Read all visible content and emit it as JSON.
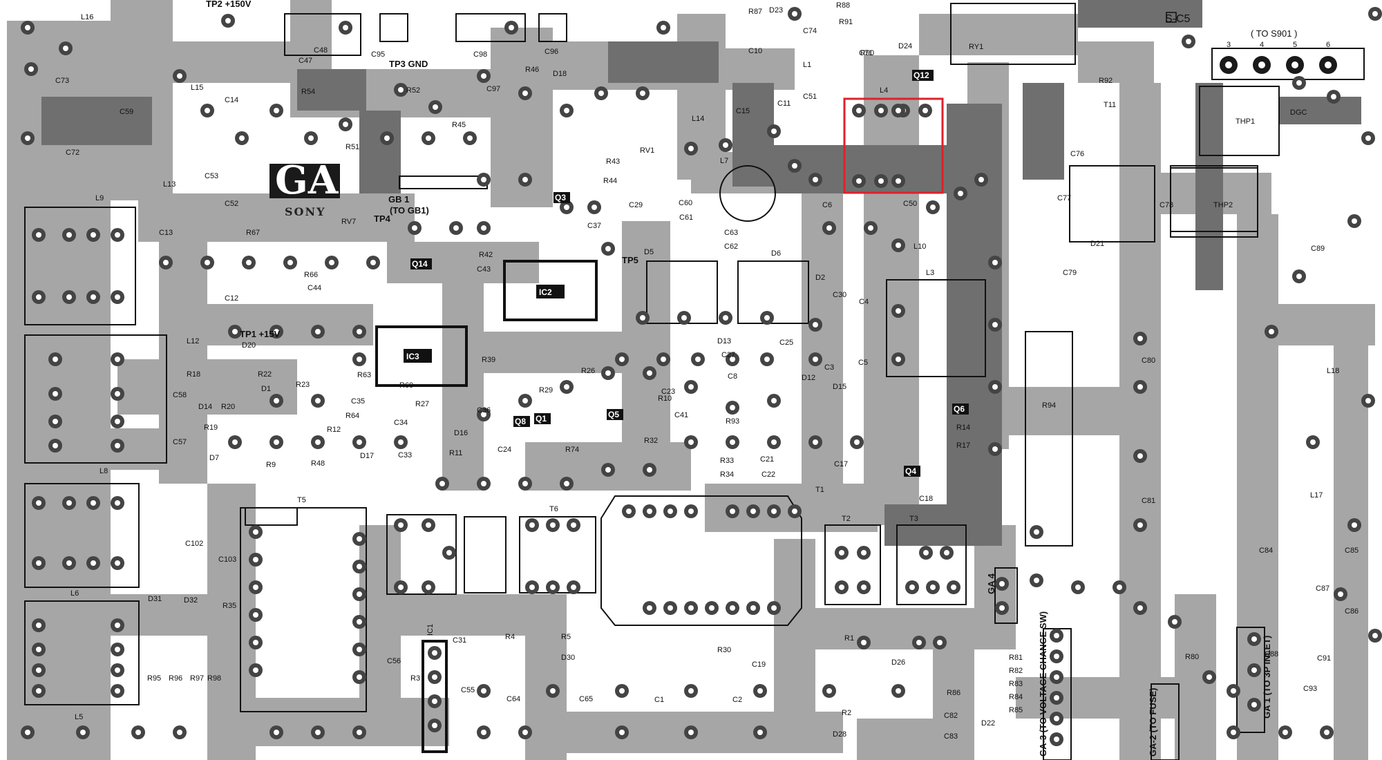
{
  "board": {
    "logo_text": "GA",
    "brand": "SONY",
    "badge": "S-C5",
    "connector_note": "( TO S901 )",
    "connector_pins": [
      "3",
      "4",
      "5",
      "6"
    ]
  },
  "highlight": {
    "color": "#e0202a"
  },
  "colors": {
    "trace": "#a6a6a6",
    "trace_dark": "#6f6f6f",
    "pad": "#ffffff",
    "ink": "#111111"
  },
  "connectors": [
    {
      "id": "c-tp2",
      "text": "TP2 +150V"
    },
    {
      "id": "c-tp3",
      "text": "TP3 GND"
    },
    {
      "id": "c-tp1",
      "text": "TP1 +15V"
    },
    {
      "id": "c-gb1",
      "text": "GB 1"
    },
    {
      "id": "c-togb1",
      "text": "(TO GB1)"
    },
    {
      "id": "c-tp4",
      "text": "TP4"
    },
    {
      "id": "c-tp5",
      "text": "TP5"
    },
    {
      "id": "c-ga4",
      "text": "GA 4"
    },
    {
      "id": "c-ga3",
      "text": "GA-3 (TO VOLTAGE CHANGE SW)"
    },
    {
      "id": "c-ga2",
      "text": "GA-2 (TO FUSE)"
    },
    {
      "id": "c-ga1",
      "text": "GA 1 (TO 3P INLET)"
    }
  ],
  "components": [
    {
      "id": "t-ic1",
      "text": "IC1"
    },
    {
      "id": "t-ic2",
      "text": "IC2"
    },
    {
      "id": "t-ic3",
      "text": "IC3"
    },
    {
      "id": "t-q1",
      "text": "Q1"
    },
    {
      "id": "t-q3",
      "text": "Q3"
    },
    {
      "id": "t-q4",
      "text": "Q4"
    },
    {
      "id": "t-q5",
      "text": "Q5"
    },
    {
      "id": "t-q6",
      "text": "Q6"
    },
    {
      "id": "t-q8",
      "text": "Q8"
    },
    {
      "id": "t-q12",
      "text": "Q12"
    },
    {
      "id": "t-q14",
      "text": "Q14"
    },
    {
      "id": "t-ry1",
      "text": "RY1"
    },
    {
      "id": "t-thp1",
      "text": "THP1"
    },
    {
      "id": "t-thp2",
      "text": "THP2"
    },
    {
      "id": "t-dgc",
      "text": "DGC"
    },
    {
      "id": "t-t1",
      "text": "T1"
    },
    {
      "id": "t-t2",
      "text": "T2"
    },
    {
      "id": "t-t3",
      "text": "T3"
    },
    {
      "id": "t-t5",
      "text": "T5"
    },
    {
      "id": "t-t6",
      "text": "T6"
    },
    {
      "id": "t-t11",
      "text": "T11"
    },
    {
      "id": "t-l1",
      "text": "L1"
    },
    {
      "id": "t-l3",
      "text": "L3"
    },
    {
      "id": "t-l4",
      "text": "L4"
    },
    {
      "id": "t-l5",
      "text": "L5"
    },
    {
      "id": "t-l6",
      "text": "L6"
    },
    {
      "id": "t-l7",
      "text": "L7"
    },
    {
      "id": "t-l8",
      "text": "L8"
    },
    {
      "id": "t-l9",
      "text": "L9"
    },
    {
      "id": "t-l10",
      "text": "L10"
    },
    {
      "id": "t-l12",
      "text": "L12"
    },
    {
      "id": "t-l13",
      "text": "L13"
    },
    {
      "id": "t-l14",
      "text": "L14"
    },
    {
      "id": "t-l15",
      "text": "L15"
    },
    {
      "id": "t-l16",
      "text": "L16"
    },
    {
      "id": "t-l17",
      "text": "L17"
    },
    {
      "id": "t-l18",
      "text": "L18"
    },
    {
      "id": "t-rv1",
      "text": "RV1"
    },
    {
      "id": "t-rv7",
      "text": "RV7"
    },
    {
      "id": "t-d1",
      "text": "D1"
    },
    {
      "id": "t-d2",
      "text": "D2"
    },
    {
      "id": "t-d5",
      "text": "D5"
    },
    {
      "id": "t-d6",
      "text": "D6"
    },
    {
      "id": "t-d7",
      "text": "D7"
    },
    {
      "id": "t-d12",
      "text": "D12"
    },
    {
      "id": "t-d13",
      "text": "D13"
    },
    {
      "id": "t-d14",
      "text": "D14"
    },
    {
      "id": "t-d15",
      "text": "D15"
    },
    {
      "id": "t-d16",
      "text": "D16"
    },
    {
      "id": "t-d17",
      "text": "D17"
    },
    {
      "id": "t-d18",
      "text": "D18"
    },
    {
      "id": "t-d20",
      "text": "D20"
    },
    {
      "id": "t-d21",
      "text": "D21"
    },
    {
      "id": "t-d22",
      "text": "D22"
    },
    {
      "id": "t-d23",
      "text": "D23"
    },
    {
      "id": "t-d24",
      "text": "D24"
    },
    {
      "id": "t-d26",
      "text": "D26"
    },
    {
      "id": "t-d28",
      "text": "D28"
    },
    {
      "id": "t-d30",
      "text": "D30"
    },
    {
      "id": "t-d31",
      "text": "D31"
    },
    {
      "id": "t-d32",
      "text": "D32"
    },
    {
      "id": "t-r1",
      "text": "R1"
    },
    {
      "id": "t-r2",
      "text": "R2"
    },
    {
      "id": "t-r3",
      "text": "R3"
    },
    {
      "id": "t-r4",
      "text": "R4"
    },
    {
      "id": "t-r5",
      "text": "R5"
    },
    {
      "id": "t-r9",
      "text": "R9"
    },
    {
      "id": "t-r10",
      "text": "R10"
    },
    {
      "id": "t-r11",
      "text": "R11"
    },
    {
      "id": "t-r12",
      "text": "R12"
    },
    {
      "id": "t-r14",
      "text": "R14"
    },
    {
      "id": "t-r17",
      "text": "R17"
    },
    {
      "id": "t-r18",
      "text": "R18"
    },
    {
      "id": "t-r19",
      "text": "R19"
    },
    {
      "id": "t-r20",
      "text": "R20"
    },
    {
      "id": "t-r22",
      "text": "R22"
    },
    {
      "id": "t-r23",
      "text": "R23"
    },
    {
      "id": "t-r26",
      "text": "R26"
    },
    {
      "id": "t-r27",
      "text": "R27"
    },
    {
      "id": "t-r29",
      "text": "R29"
    },
    {
      "id": "t-r30",
      "text": "R30"
    },
    {
      "id": "t-r32",
      "text": "R32"
    },
    {
      "id": "t-r33",
      "text": "R33"
    },
    {
      "id": "t-r34",
      "text": "R34"
    },
    {
      "id": "t-r35",
      "text": "R35"
    },
    {
      "id": "t-r39",
      "text": "R39"
    },
    {
      "id": "t-r42",
      "text": "R42"
    },
    {
      "id": "t-r43",
      "text": "R43"
    },
    {
      "id": "t-r44",
      "text": "R44"
    },
    {
      "id": "t-r45",
      "text": "R45"
    },
    {
      "id": "t-r46",
      "text": "R46"
    },
    {
      "id": "t-r48",
      "text": "R48"
    },
    {
      "id": "t-r51",
      "text": "R51"
    },
    {
      "id": "t-r52",
      "text": "R52"
    },
    {
      "id": "t-r54",
      "text": "R54"
    },
    {
      "id": "t-r60",
      "text": "R60"
    },
    {
      "id": "t-r63",
      "text": "R63"
    },
    {
      "id": "t-r64",
      "text": "R64"
    },
    {
      "id": "t-r66",
      "text": "R66"
    },
    {
      "id": "t-r67",
      "text": "R67"
    },
    {
      "id": "t-r74",
      "text": "R74"
    },
    {
      "id": "t-r80",
      "text": "R80"
    },
    {
      "id": "t-r81",
      "text": "R81"
    },
    {
      "id": "t-r82",
      "text": "R82"
    },
    {
      "id": "t-r83",
      "text": "R83"
    },
    {
      "id": "t-r84",
      "text": "R84"
    },
    {
      "id": "t-r85",
      "text": "R85"
    },
    {
      "id": "t-r86",
      "text": "R86"
    },
    {
      "id": "t-r87",
      "text": "R87"
    },
    {
      "id": "t-r88",
      "text": "R88"
    },
    {
      "id": "t-r90",
      "text": "R90"
    },
    {
      "id": "t-r91",
      "text": "R91"
    },
    {
      "id": "t-r92",
      "text": "R92"
    },
    {
      "id": "t-r93",
      "text": "R93"
    },
    {
      "id": "t-r94",
      "text": "R94"
    },
    {
      "id": "t-r95",
      "text": "R95"
    },
    {
      "id": "t-r96",
      "text": "R96"
    },
    {
      "id": "t-r97",
      "text": "R97"
    },
    {
      "id": "t-r98",
      "text": "R98"
    },
    {
      "id": "t-c1",
      "text": "C1"
    },
    {
      "id": "t-c2",
      "text": "C2"
    },
    {
      "id": "t-c3",
      "text": "C3"
    },
    {
      "id": "t-c4",
      "text": "C4"
    },
    {
      "id": "t-c5",
      "text": "C5"
    },
    {
      "id": "t-c6",
      "text": "C6"
    },
    {
      "id": "t-c8",
      "text": "C8"
    },
    {
      "id": "t-c10",
      "text": "C10"
    },
    {
      "id": "t-c11",
      "text": "C11"
    },
    {
      "id": "t-c12",
      "text": "C12"
    },
    {
      "id": "t-c13",
      "text": "C13"
    },
    {
      "id": "t-c14",
      "text": "C14"
    },
    {
      "id": "t-c15",
      "text": "C15"
    },
    {
      "id": "t-c17",
      "text": "C17"
    },
    {
      "id": "t-c18",
      "text": "C18"
    },
    {
      "id": "t-c19",
      "text": "C19"
    },
    {
      "id": "t-c21",
      "text": "C21"
    },
    {
      "id": "t-c22",
      "text": "C22"
    },
    {
      "id": "t-c23",
      "text": "C23"
    },
    {
      "id": "t-c24",
      "text": "C24"
    },
    {
      "id": "t-c25",
      "text": "C25"
    },
    {
      "id": "t-c27",
      "text": "C27"
    },
    {
      "id": "t-c29",
      "text": "C29"
    },
    {
      "id": "t-c30",
      "text": "C30"
    },
    {
      "id": "t-c31",
      "text": "C31"
    },
    {
      "id": "t-c33",
      "text": "C33"
    },
    {
      "id": "t-c34",
      "text": "C34"
    },
    {
      "id": "t-c35",
      "text": "C35"
    },
    {
      "id": "t-c36",
      "text": "C36"
    },
    {
      "id": "t-c37",
      "text": "C37"
    },
    {
      "id": "t-c41",
      "text": "C41"
    },
    {
      "id": "t-c43",
      "text": "C43"
    },
    {
      "id": "t-c44",
      "text": "C44"
    },
    {
      "id": "t-c47",
      "text": "C47"
    },
    {
      "id": "t-c48",
      "text": "C48"
    },
    {
      "id": "t-c50",
      "text": "C50"
    },
    {
      "id": "t-c51",
      "text": "C51"
    },
    {
      "id": "t-c52",
      "text": "C52"
    },
    {
      "id": "t-c53",
      "text": "C53"
    },
    {
      "id": "t-c55",
      "text": "C55"
    },
    {
      "id": "t-c56",
      "text": "C56"
    },
    {
      "id": "t-c57",
      "text": "C57"
    },
    {
      "id": "t-c58",
      "text": "C58"
    },
    {
      "id": "t-c59",
      "text": "C59"
    },
    {
      "id": "t-c60",
      "text": "C60"
    },
    {
      "id": "t-c61",
      "text": "C61"
    },
    {
      "id": "t-c62",
      "text": "C62"
    },
    {
      "id": "t-c63",
      "text": "C63"
    },
    {
      "id": "t-c64",
      "text": "C64"
    },
    {
      "id": "t-c65",
      "text": "C65"
    },
    {
      "id": "t-c71",
      "text": "C71"
    },
    {
      "id": "t-c72",
      "text": "C72"
    },
    {
      "id": "t-c73",
      "text": "C73"
    },
    {
      "id": "t-c74",
      "text": "C74"
    },
    {
      "id": "t-c76",
      "text": "C76"
    },
    {
      "id": "t-c77",
      "text": "C77"
    },
    {
      "id": "t-c78",
      "text": "C78"
    },
    {
      "id": "t-c79",
      "text": "C79"
    },
    {
      "id": "t-c80",
      "text": "C80"
    },
    {
      "id": "t-c81",
      "text": "C81"
    },
    {
      "id": "t-c82",
      "text": "C82"
    },
    {
      "id": "t-c83",
      "text": "C83"
    },
    {
      "id": "t-c84",
      "text": "C84"
    },
    {
      "id": "t-c85",
      "text": "C85"
    },
    {
      "id": "t-c86",
      "text": "C86"
    },
    {
      "id": "t-c87",
      "text": "C87"
    },
    {
      "id": "t-c88",
      "text": "C88"
    },
    {
      "id": "t-c89",
      "text": "C89"
    },
    {
      "id": "t-c91",
      "text": "C91"
    },
    {
      "id": "t-c93",
      "text": "C93"
    },
    {
      "id": "t-c95",
      "text": "C95"
    },
    {
      "id": "t-c96",
      "text": "C96"
    },
    {
      "id": "t-c97",
      "text": "C97"
    },
    {
      "id": "t-c98",
      "text": "C98"
    },
    {
      "id": "t-c102",
      "text": "C102"
    },
    {
      "id": "t-c103",
      "text": "C103"
    }
  ]
}
